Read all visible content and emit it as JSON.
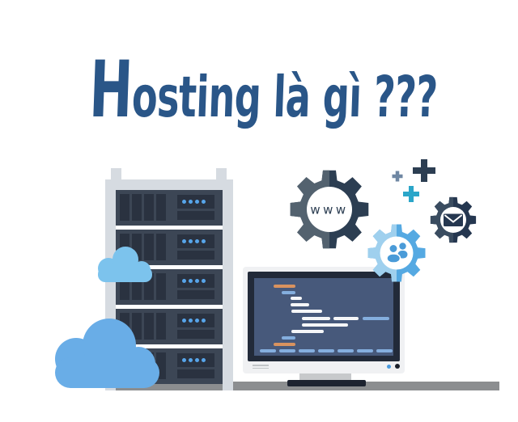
{
  "page": {
    "background": "#ffffff"
  },
  "title": {
    "text": "Hosting là gì ???",
    "color": "#2a5688"
  },
  "illustration": {
    "floor": {
      "color": "#8c8e90"
    },
    "server_rack": {
      "unit_count": 5,
      "slats_per_unit": 4,
      "leds_per_unit": 4,
      "colors": {
        "frame": "#d6dbe1",
        "unit_body": "#3c4655",
        "slat": "#2a3240",
        "panel": "#2a3240",
        "led": "#57a5ea"
      }
    },
    "clouds": {
      "count": 2,
      "colors": {
        "small": "#7cc3ed",
        "large": "#69ade7"
      }
    },
    "monitor": {
      "colors": {
        "frame": "#f0f1f3",
        "bezel": "#222a39",
        "screen": "#47597b",
        "chin": "#eceef0",
        "vent": "#c2c5c8",
        "power_led": "#4a9ade",
        "power_button": "#1b202b",
        "stand": "#c7c9cb",
        "base": "#1d2330"
      },
      "code_palette": {
        "orange": "#d9935f",
        "blue": "#84aede",
        "white": "#f5f6f8"
      }
    },
    "gears": [
      {
        "name": "www-gear",
        "label": "www",
        "icon": "www-label",
        "color_left": "#53626f",
        "color_right": "#2c3e52",
        "face_color": "#ffffff",
        "label_color": "#2c3e52"
      },
      {
        "name": "email-gear",
        "icon": "envelope-icon",
        "color_left": "#3a4c60",
        "color_right": "#253750",
        "face_color": "#ffffff",
        "icon_color": "#253750"
      },
      {
        "name": "users-gear",
        "icon": "people-icon",
        "color_left": "#9fd0ee",
        "color_right": "#55a9e2",
        "face_color": "#ffffff",
        "icon_color": "#4a9bd8"
      }
    ],
    "plus_marks": [
      {
        "name": "plus-large",
        "color": "#2c3e52"
      },
      {
        "name": "plus-small",
        "color": "#6f87a3"
      },
      {
        "name": "plus-teal",
        "color": "#2ba6c9"
      }
    ]
  }
}
